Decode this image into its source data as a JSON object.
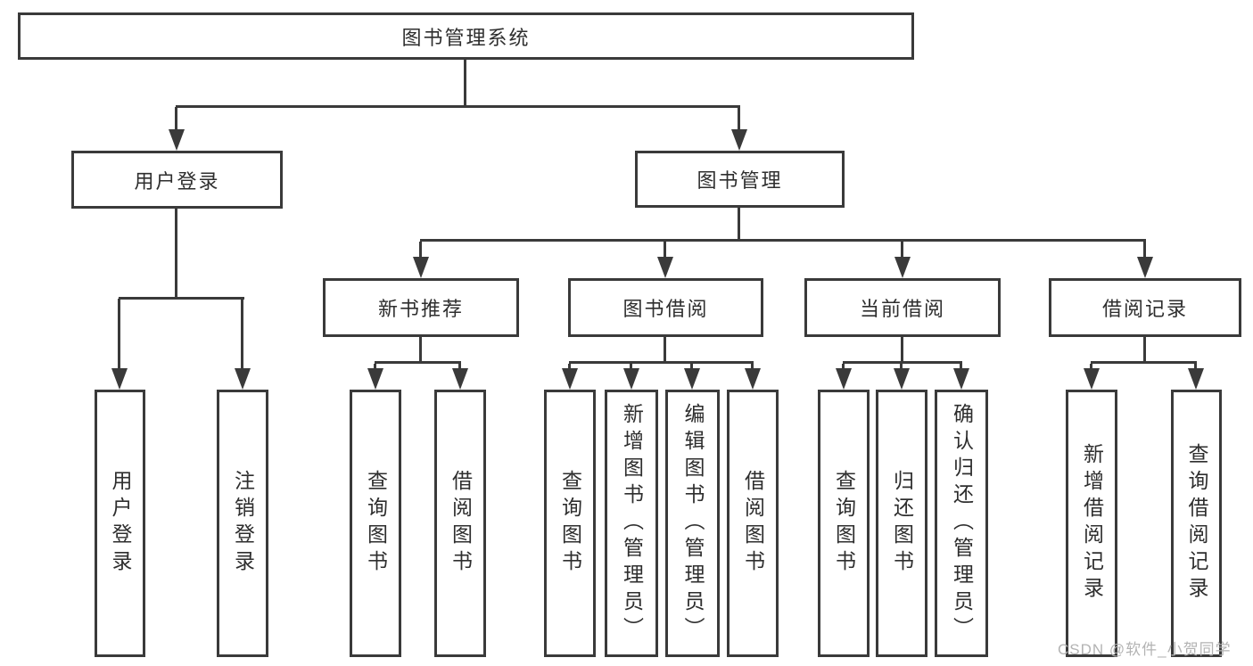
{
  "diagram": {
    "root": {
      "label": "图书管理系统"
    },
    "level2": [
      {
        "label": "用户登录"
      },
      {
        "label": "图书管理"
      }
    ],
    "level3": [
      {
        "label": "新书推荐"
      },
      {
        "label": "图书借阅"
      },
      {
        "label": "当前借阅"
      },
      {
        "label": "借阅记录"
      }
    ],
    "leaves": {
      "user_login": [
        {
          "label": "用户登录"
        },
        {
          "label": "注销登录"
        }
      ],
      "new_book": [
        {
          "label": "查询图书"
        },
        {
          "label": "借阅图书"
        }
      ],
      "book_borrow": [
        {
          "label": "查询图书"
        },
        {
          "label": "新增图书（管理员）"
        },
        {
          "label": "编辑图书（管理员）"
        },
        {
          "label": "借阅图书"
        }
      ],
      "current_borrow": [
        {
          "label": "查询图书"
        },
        {
          "label": "归还图书"
        },
        {
          "label": "确认归还（管理员）"
        }
      ],
      "borrow_record": [
        {
          "label": "新增借阅记录"
        },
        {
          "label": "查询借阅记录"
        }
      ]
    },
    "watermark": "CSDN @软件_小贺同学",
    "colors": {
      "line": "#3a3a3a",
      "text": "#2e2e2e",
      "watermark": "#b3b3b3",
      "background": "#ffffff"
    }
  }
}
